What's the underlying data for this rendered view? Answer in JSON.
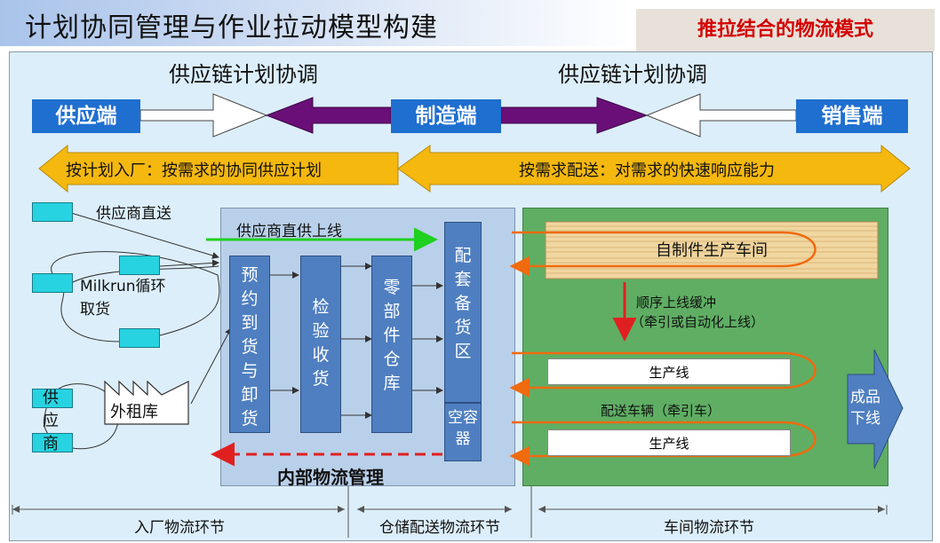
{
  "title": "计划协同管理与作业拉动模型构建",
  "tag": "推拉结合的物流模式",
  "coord": {
    "left": "供应链计划协调",
    "right": "供应链计划协调"
  },
  "ends": {
    "supply": "供应端",
    "manufacture": "制造端",
    "sales": "销售端"
  },
  "bands": {
    "left": "按计划入厂：按需求的协同供应计划",
    "right": "按需求配送：对需求的快速响应能力"
  },
  "inbound": {
    "direct": "供应商直送",
    "milkrun_line1": "Milkrun循环",
    "milkrun_line2": "取货",
    "supplier_chars": [
      "供",
      "应",
      "商"
    ],
    "outer_warehouse": "外租库"
  },
  "internal": {
    "direct_line": "供应商直供上线",
    "col_booking": "预约到货与卸货",
    "col_inspect": "检验收货",
    "col_parts": "零部件仓库",
    "col_kitting": "配套备货区",
    "col_empty": "空容器",
    "label": "内部物流管理"
  },
  "workshop": {
    "self_made": "自制件生产车间",
    "buffer_line1": "顺序上线缓冲",
    "buffer_line2": "（牵引或自动化上线）",
    "line1": "生产线",
    "vehicle": "配送车辆（牵引车）",
    "line2": "生产线",
    "finished": "成品下线"
  },
  "footer": {
    "inbound": "入厂物流环节",
    "warehouse": "仓储配送物流环节",
    "workshop": "车间物流环节"
  },
  "colors": {
    "blue": "#1f6fd0",
    "purple": "#6a0f78",
    "gold": "#f5b80f",
    "green": "#5fae63",
    "red": "#e02020",
    "orange": "#f06a10"
  }
}
